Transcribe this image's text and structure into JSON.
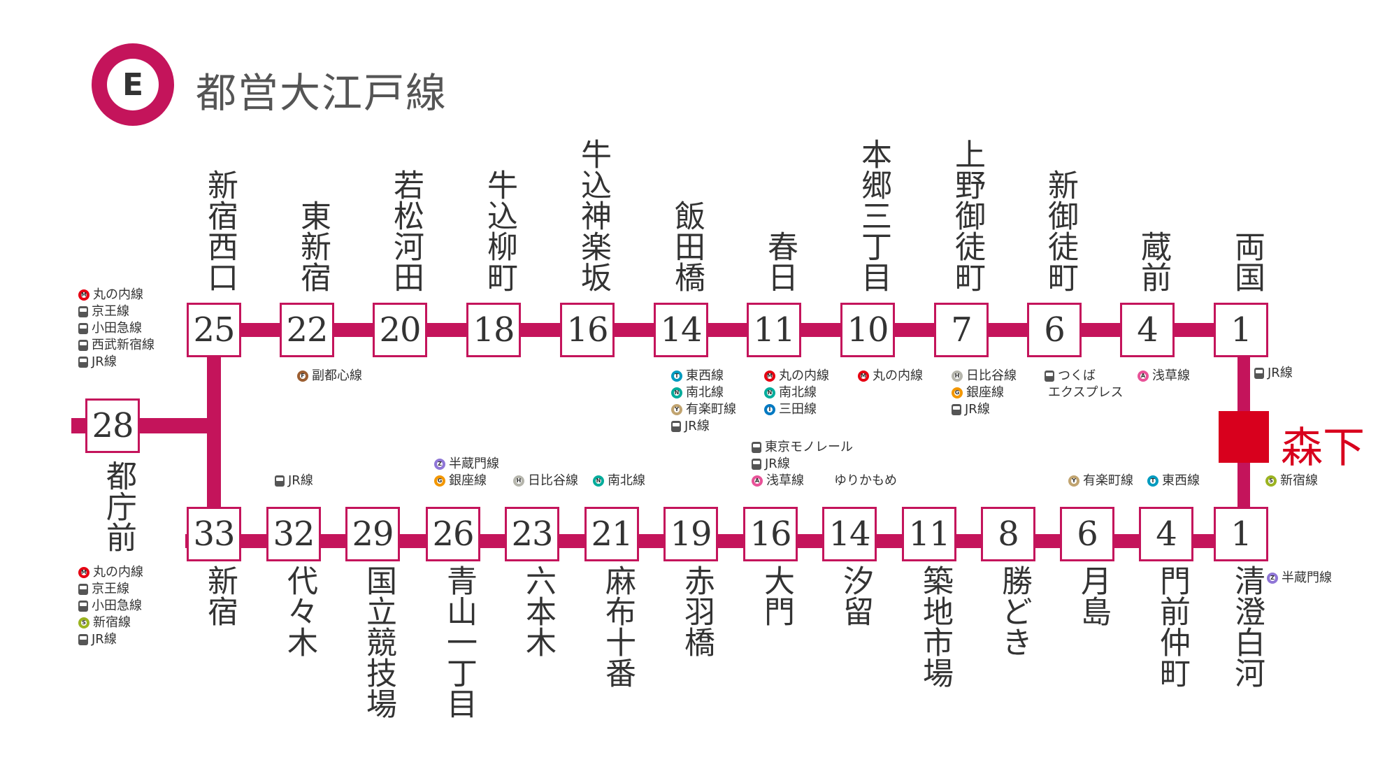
{
  "header": {
    "logo_letter": "E",
    "line_name": "都営大江戸線",
    "line_color": "#c4145b"
  },
  "highlight": {
    "label": "森下",
    "color": "#d8001d",
    "transfers": [
      {
        "icon": "line",
        "letter": "S",
        "color": "#9bb320",
        "label": "新宿線"
      }
    ]
  },
  "top_row": [
    {
      "num": "25",
      "name": "新宿西口",
      "transfers": [
        {
          "icon": "line",
          "letter": "M",
          "color": "#e60012",
          "label": "丸の内線"
        },
        {
          "icon": "train",
          "label": "京王線"
        },
        {
          "icon": "train",
          "label": "小田急線"
        },
        {
          "icon": "train",
          "label": "西武新宿線"
        },
        {
          "icon": "train",
          "label": "JR線"
        }
      ]
    },
    {
      "num": "22",
      "name": "東新宿",
      "transfers": [
        {
          "icon": "line",
          "letter": "F",
          "color": "#9c5e31",
          "label": "副都心線"
        }
      ]
    },
    {
      "num": "20",
      "name": "若松河田",
      "transfers": []
    },
    {
      "num": "18",
      "name": "牛込柳町",
      "transfers": []
    },
    {
      "num": "16",
      "name": "牛込神楽坂",
      "transfers": []
    },
    {
      "num": "14",
      "name": "飯田橋",
      "transfers": [
        {
          "icon": "line",
          "letter": "T",
          "color": "#009bbf",
          "label": "東西線"
        },
        {
          "icon": "line",
          "letter": "N",
          "color": "#00ac9b",
          "label": "南北線"
        },
        {
          "icon": "line",
          "letter": "Y",
          "color": "#c1a470",
          "label": "有楽町線"
        },
        {
          "icon": "train",
          "label": "JR線"
        }
      ]
    },
    {
      "num": "11",
      "name": "春日",
      "transfers": [
        {
          "icon": "line",
          "letter": "M",
          "color": "#e60012",
          "label": "丸の内線"
        },
        {
          "icon": "line",
          "letter": "N",
          "color": "#00ac9b",
          "label": "南北線"
        },
        {
          "icon": "line",
          "letter": "I",
          "color": "#0079c2",
          "label": "三田線"
        }
      ]
    },
    {
      "num": "10",
      "name": "本郷三丁目",
      "transfers": [
        {
          "icon": "line",
          "letter": "M",
          "color": "#e60012",
          "label": "丸の内線"
        }
      ]
    },
    {
      "num": "7",
      "name": "上野御徒町",
      "transfers": [
        {
          "icon": "line",
          "letter": "H",
          "color": "#b5b5ac",
          "label": "日比谷線"
        },
        {
          "icon": "line",
          "letter": "G",
          "color": "#f39700",
          "label": "銀座線"
        },
        {
          "icon": "train",
          "label": "JR線"
        }
      ]
    },
    {
      "num": "6",
      "name": "新御徒町",
      "transfers": [
        {
          "icon": "train",
          "label": "つくば"
        },
        {
          "icon": "none",
          "label": "エクスプレス"
        }
      ]
    },
    {
      "num": "4",
      "name": "蔵前",
      "transfers": [
        {
          "icon": "line",
          "letter": "A",
          "color": "#e85298",
          "label": "浅草線"
        }
      ]
    },
    {
      "num": "1",
      "name": "両国",
      "transfers": [
        {
          "icon": "train",
          "label": "JR線"
        }
      ]
    }
  ],
  "branch": {
    "num": "28",
    "name": "都庁前"
  },
  "bottom_row": [
    {
      "num": "33",
      "name": "新宿",
      "transfers": [
        {
          "icon": "line",
          "letter": "M",
          "color": "#e60012",
          "label": "丸の内線"
        },
        {
          "icon": "train",
          "label": "京王線"
        },
        {
          "icon": "train",
          "label": "小田急線"
        },
        {
          "icon": "line",
          "letter": "S",
          "color": "#9bb320",
          "label": "新宿線"
        },
        {
          "icon": "train",
          "label": "JR線"
        }
      ]
    },
    {
      "num": "32",
      "name": "代々木",
      "transfers": [
        {
          "icon": "train",
          "label": "JR線"
        }
      ]
    },
    {
      "num": "29",
      "name": "国立競技場",
      "transfers": []
    },
    {
      "num": "26",
      "name": "青山一丁目",
      "transfers": [
        {
          "icon": "line",
          "letter": "Z",
          "color": "#8f76d6",
          "label": "半蔵門線"
        },
        {
          "icon": "line",
          "letter": "G",
          "color": "#f39700",
          "label": "銀座線"
        }
      ]
    },
    {
      "num": "23",
      "name": "六本木",
      "transfers": [
        {
          "icon": "line",
          "letter": "H",
          "color": "#b5b5ac",
          "label": "日比谷線"
        }
      ]
    },
    {
      "num": "21",
      "name": "麻布十番",
      "transfers": [
        {
          "icon": "line",
          "letter": "N",
          "color": "#00ac9b",
          "label": "南北線"
        }
      ]
    },
    {
      "num": "19",
      "name": "赤羽橋",
      "transfers": []
    },
    {
      "num": "16",
      "name": "大門",
      "transfers": [
        {
          "icon": "train",
          "label": "東京モノレール"
        },
        {
          "icon": "train",
          "label": "JR線"
        },
        {
          "icon": "line",
          "letter": "A",
          "color": "#e85298",
          "label": "浅草線"
        }
      ]
    },
    {
      "num": "14",
      "name": "汐留",
      "transfers": [
        {
          "icon": "none",
          "label": "ゆりかもめ"
        }
      ]
    },
    {
      "num": "11",
      "name": "築地市場",
      "transfers": []
    },
    {
      "num": "8",
      "name": "勝どき",
      "transfers": []
    },
    {
      "num": "6",
      "name": "月島",
      "transfers": [
        {
          "icon": "line",
          "letter": "Y",
          "color": "#c1a470",
          "label": "有楽町線"
        }
      ]
    },
    {
      "num": "4",
      "name": "門前仲町",
      "transfers": [
        {
          "icon": "line",
          "letter": "T",
          "color": "#009bbf",
          "label": "東西線"
        }
      ]
    },
    {
      "num": "1",
      "name": "清澄白河",
      "transfers": [
        {
          "icon": "line",
          "letter": "Z",
          "color": "#8f76d6",
          "label": "半蔵門線"
        }
      ]
    }
  ]
}
